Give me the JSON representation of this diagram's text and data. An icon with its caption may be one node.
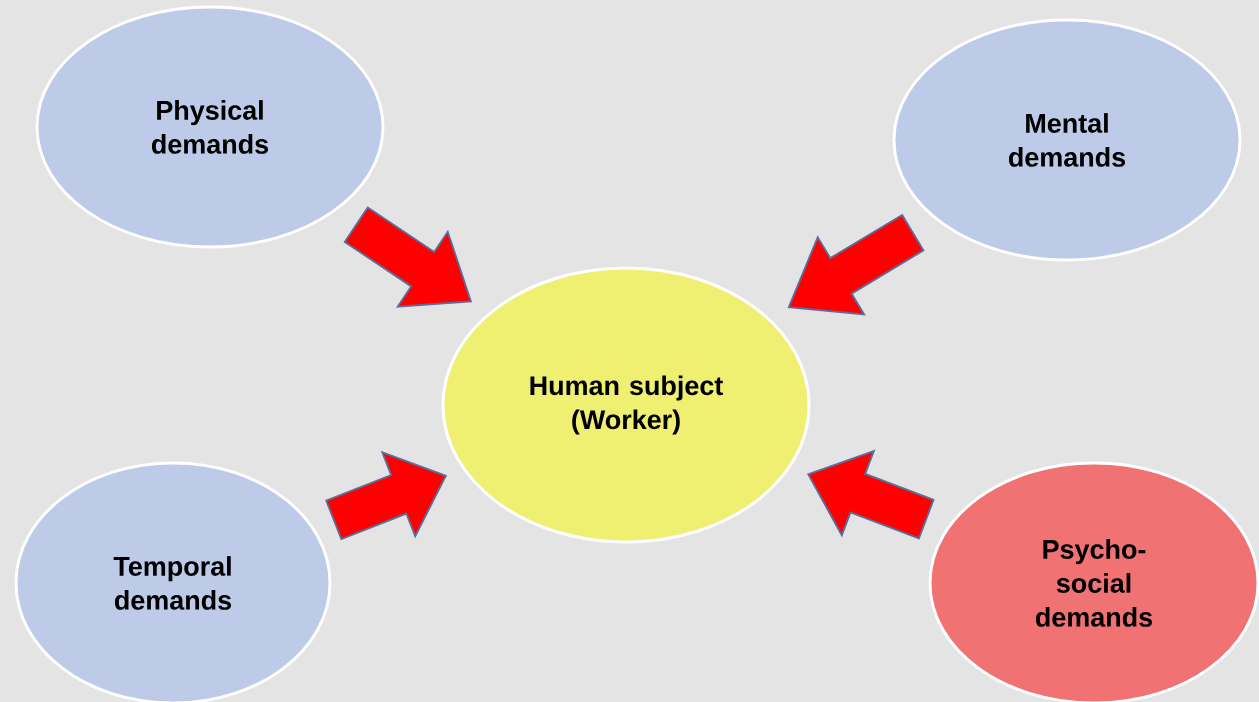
{
  "diagram": {
    "nodes": [
      {
        "text": [
          "Physical demands"
        ]
      },
      {
        "text": [
          "Mental demands"
        ]
      },
      {
        "text": [
          "Human subject (Worker)"
        ]
      },
      {
        "text": [
          "Temporal demands"
        ]
      },
      {
        "text": [
          "Psycho-social demands"
        ]
      }
    ],
    "edges": [
      {
        "from": 0,
        "to": 2,
        "arrow": "to"
      },
      {
        "from": 1,
        "to": 2,
        "arrow": "to"
      },
      {
        "from": 3,
        "to": 2,
        "arrow": "to"
      },
      {
        "from": 4,
        "to": 2,
        "arrow": "to"
      }
    ]
  }
}
